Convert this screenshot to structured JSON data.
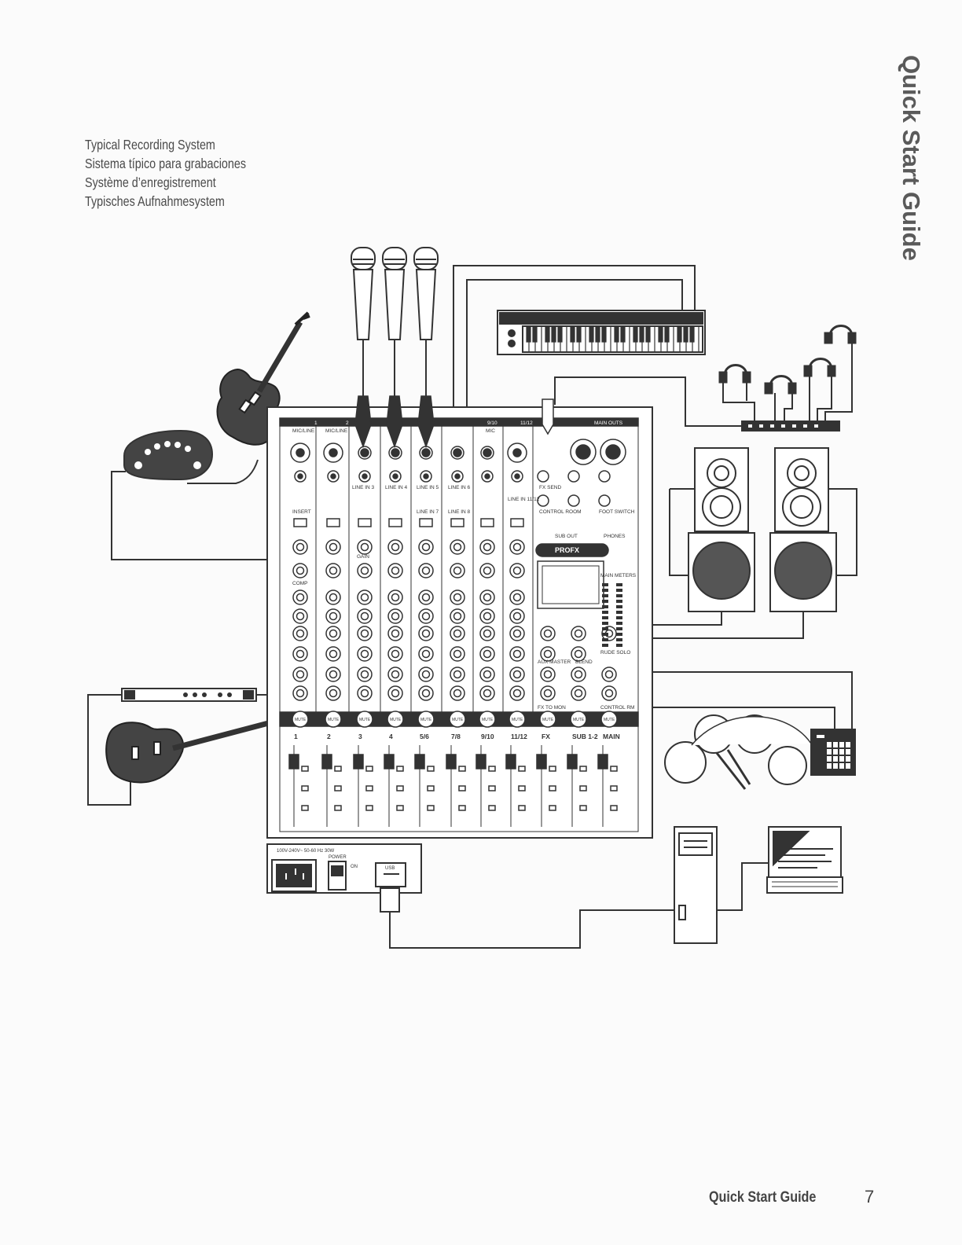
{
  "side_title": "Quick Start Guide",
  "caption": [
    "Typical Recording System",
    "Sistema típico para grabaciones",
    "Système d’enregistrement",
    "Typisches Aufnahmesystem"
  ],
  "mixer": {
    "brand": "PROFX",
    "top_labels": [
      "1",
      "2",
      "9/10",
      "11/12",
      "MAIN OUTS"
    ],
    "input_labels": [
      "MIC/LINE",
      "MIC/LINE",
      "MIC"
    ],
    "line_in": [
      "LINE IN 3",
      "LINE IN 4",
      "LINE IN 5",
      "LINE IN 6",
      "LINE IN 7",
      "LINE IN 8",
      "LINE IN 11/12"
    ],
    "section_labels": [
      "INSERT",
      "GAIN",
      "COMP",
      "FX SEND",
      "CONTROL ROOM",
      "SUB OUT",
      "FOOT SWITCH",
      "PHONES",
      "AUX MASTER",
      "BLEND",
      "FX TO MON",
      "CONTROL RM",
      "MAIN METERS",
      "RUDE SOLO"
    ],
    "mute_label": "MUTE",
    "channel_labels": [
      "1",
      "2",
      "3",
      "4",
      "5/6",
      "7/8",
      "9/10",
      "11/12",
      "FX",
      "SUB 1-2",
      "MAIN"
    ]
  },
  "rear_panel": {
    "power_spec": "100V-240V~ 50-60 Hz 30W",
    "power_label": "POWER",
    "on_label": "ON",
    "usb_label": "USB"
  },
  "footer": {
    "title": "Quick Start Guide",
    "page_number": "7"
  }
}
